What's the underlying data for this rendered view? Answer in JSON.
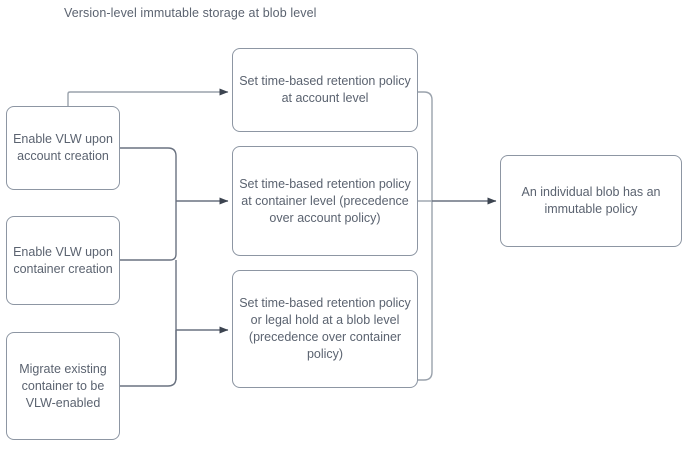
{
  "diagram": {
    "title": "Version-level immutable storage at blob level",
    "type": "flowchart",
    "colors": {
      "node_border": "#8d96a3",
      "node_fill": "#ffffff",
      "text": "#5b6370",
      "connector": "#6a7280",
      "connector_light": "#9aa2ac",
      "arrowhead": "#3c4450",
      "background": "#ffffff"
    },
    "nodes": [
      {
        "id": "enable-vlw-account",
        "label": "Enable VLW upon account creation",
        "column": "left"
      },
      {
        "id": "enable-vlw-container",
        "label": "Enable VLW upon container creation",
        "column": "left"
      },
      {
        "id": "migrate-container",
        "label": "Migrate existing container to be VLW-enabled",
        "column": "left"
      },
      {
        "id": "retention-account",
        "label": "Set time-based retention policy at account level",
        "column": "middle"
      },
      {
        "id": "retention-container",
        "label": "Set time-based retention policy at container level (precedence over account policy)",
        "column": "middle"
      },
      {
        "id": "retention-blob",
        "label": "Set time-based retention policy or legal hold at a blob level (precedence over container policy)",
        "column": "middle"
      },
      {
        "id": "immutable-policy",
        "label": "An individual blob has an immutable policy",
        "column": "right"
      }
    ],
    "edges": [
      {
        "from": "enable-vlw-account",
        "to": "retention-account"
      },
      {
        "from": "enable-vlw-account",
        "to": "retention-container"
      },
      {
        "from": "enable-vlw-container",
        "to": "retention-container"
      },
      {
        "from": "enable-vlw-container",
        "to": "retention-blob"
      },
      {
        "from": "migrate-container",
        "to": "retention-blob"
      },
      {
        "from": "retention-account",
        "to": "immutable-policy"
      },
      {
        "from": "retention-container",
        "to": "immutable-policy"
      },
      {
        "from": "retention-blob",
        "to": "immutable-policy"
      }
    ]
  }
}
